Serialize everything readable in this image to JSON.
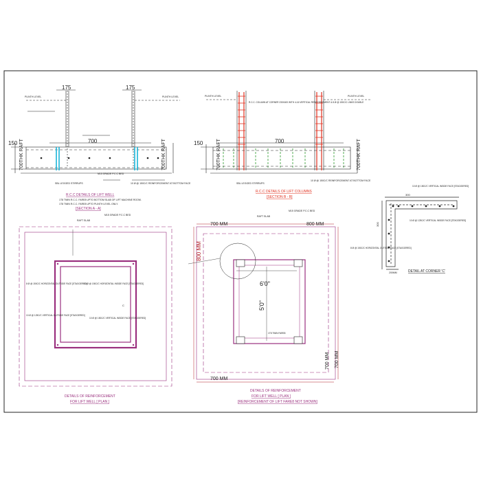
{
  "colors": {
    "line": "#1a1a1a",
    "magenta": "#9a2f7e",
    "red": "#e0301e",
    "green": "#2a9a2a",
    "cyan": "#19b4d8",
    "dim_red": "#b01820"
  },
  "section_aa": {
    "dim_175_left": "175",
    "dim_175_right": "175",
    "dim_700": "700",
    "dim_150": "150",
    "plinth_left": "PLINTH LEVEL",
    "plinth_right": "PLINTH LEVEL",
    "raft_left": "700THK RAFT",
    "raft_right": "700THK RAFT",
    "title": "R.C.C DETAILS OF LIFT WELL",
    "subtitle": "[SECTION A - A]",
    "note1": "1T8 TWIN R.C.C. FARE8 UPTO BOTTOM SLAB OF LIFT MACHINE ROOM.",
    "note2": "1T8 TWIN R.C.C. FARE8 UPTO PLINTH LEVEL ONLY.",
    "m15": "M15 GRADE P.C.C BED",
    "stirrups": "SBL LEGGED STIRRUPS",
    "bottom_mesh": "10 Ø @ 150C/C REINFORCEMENT AT BOTTOM FACE"
  },
  "section_bb": {
    "dim_700": "700",
    "dim_150": "150",
    "plinth_left": "PLINTH LEVEL",
    "plinth_right": "PLINTH LEVEL",
    "raft_left": "700THK RAFT",
    "raft_right": "700THK RAFT",
    "title": "R.C.C DETAILS OF LIFT COLUMNS",
    "subtitle": "[SECTION B - B]",
    "col_note": "R.C.C. COLUMN AT CORNER 230X400 WITH 4-16 VERTICAL REINFORCEMENT & 8 Ø @ 150C/C LINKS DOUBLE",
    "stirrups": "SBL LEGGED STIRRUPS",
    "bottom_mesh": "10 Ø @ 150C/C REINFORCEMENT AT BOTTOM FACE"
  },
  "plan_left": {
    "raft_slab": "RAFT SLAB",
    "m15": "M15 GRADE P.C.C BED",
    "note_outside": "8 Ø @ 150C/C HORIZONTAL OUTSIDE FACE [STAGGERED]",
    "note_inside": "10 Ø @ 150C/C HORIZONTAL INSIDE FACE [STAGGERED]",
    "note_vertical": "10 Ø @ 125C/C VERTICAL OUTSIDE FACE [STAGGERED]",
    "note_inside_v": "10 Ø @ 150C/C VERTICAL INSIDE FACE [STAGGERED]",
    "label_c": "C",
    "title": "DETAILS OF REINFORCEMENT",
    "subtitle": "FOR LIFT WELL [ PLAN ]"
  },
  "plan_right": {
    "dim_top_left": "700 MM",
    "dim_top_right": "800 MM",
    "dim_left": "800 MM",
    "dim_right": "700 MM",
    "dim_bottom_left": "700 MM",
    "dim_bottom_right": "700 MM",
    "raft_slab": "RAFT SLAB",
    "m15": "M15 GRADE P.C.C BED",
    "width": "6'0\"",
    "depth": "5'0\"",
    "fare": "1T8 TWIN FARE8",
    "title": "DETAILS OF REINFORCEMENT",
    "subtitle": "FOR LIFT WELL [ PLAN ]",
    "note": "[REINFORCEMENT OF LIFT FARE8 NOT SHOWN]"
  },
  "corner": {
    "dim_300_top": "300",
    "dim_300_side": "300",
    "dim_200": "200MM",
    "note1": "10 Ø @ 150C/C VERTICAL INSIDE FACE [STAGGERED]",
    "note2": "10 Ø @ 125C/C VERTICAL INSIDE FACE [STAGGERED]",
    "note3": "8 Ø @ 150C/C HORIZONTAL OUTSIDE FACE [STAGGERED]",
    "title": "DETAIL  AT CORNER  'C'"
  }
}
